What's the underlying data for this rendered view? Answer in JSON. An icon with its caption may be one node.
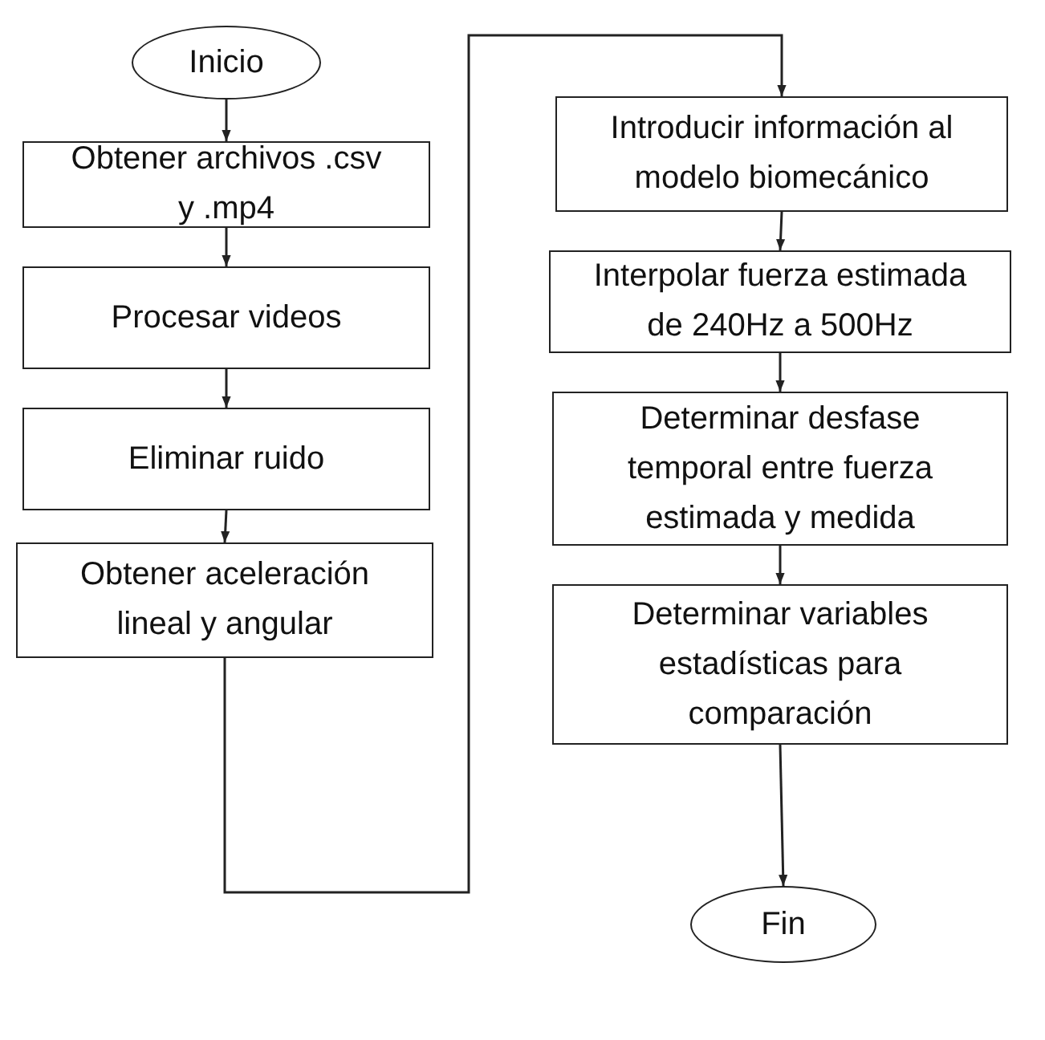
{
  "diagram": {
    "nodes": [
      {
        "text": [
          "Inicio"
        ]
      },
      {
        "text": [
          "Obtener archivos .csv y .mp4"
        ]
      },
      {
        "text": [
          "Procesar videos"
        ]
      },
      {
        "text": [
          "Eliminar ruido"
        ]
      },
      {
        "text": [
          "Obtener aceleración lineal y angular"
        ]
      },
      {
        "text": [
          "Introducir información al modelo biomecánico"
        ]
      },
      {
        "text": [
          "Interpolar fuerza estimada de 240Hz a 500Hz"
        ]
      },
      {
        "text": [
          "Determinar desfase temporal entre fuerza estimada y medida"
        ]
      },
      {
        "text": [
          "Determinar variables estadísticas para comparación"
        ]
      },
      {
        "text": [
          "Fin"
        ]
      }
    ],
    "edges": [
      {
        "from": 0,
        "to": 1,
        "arrow": "to"
      },
      {
        "from": 1,
        "to": 2,
        "arrow": "to"
      },
      {
        "from": 2,
        "to": 3,
        "arrow": "to"
      },
      {
        "from": 3,
        "to": 4,
        "arrow": "to"
      },
      {
        "from": 4,
        "to": 5,
        "arrow": "to"
      },
      {
        "from": 5,
        "to": 6,
        "arrow": "to"
      },
      {
        "from": 6,
        "to": 7,
        "arrow": "to"
      },
      {
        "from": 7,
        "to": 8,
        "arrow": "to"
      },
      {
        "from": 8,
        "to": 9,
        "arrow": "to"
      }
    ]
  }
}
